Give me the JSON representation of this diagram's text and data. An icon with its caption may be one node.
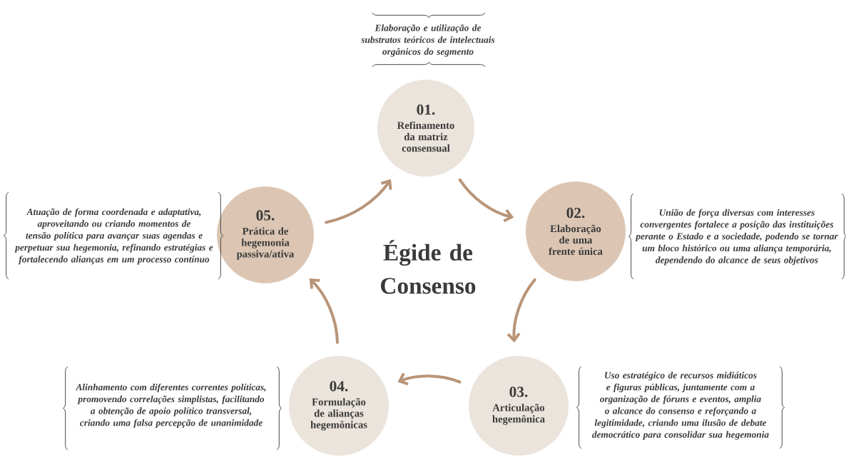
{
  "diagram": {
    "nodes": [
      {
        "text": [
          "01.",
          "Refinamento da matriz consensual"
        ],
        "beside": [
          "Elaboração e utilização de substratos teóricos de intelectuais orgânicos do segmento"
        ]
      },
      {
        "text": [
          "02.",
          "Elaboração de uma frente única"
        ],
        "beside": [
          "União de força diversas com interesses convergentes fortalece a posição das instituições perante o Estado e a sociedade, podendo se tornar um bloco histórico ou uma aliança temporária, dependendo do alcance de seus objetivos"
        ]
      },
      {
        "text": [
          "03.",
          "Articulação hegemônica"
        ],
        "beside": [
          "Uso estratégico de recursos midiáticos e figuras públicas, juntamente com a organização de fóruns e eventos, amplia o alcance do consenso e reforçando a legitimidade, criando uma ilusão de debate democrático para consolidar sua hegemonia"
        ]
      },
      {
        "text": [
          "04.",
          "Formulação de alianças hegemônicas"
        ],
        "beside": [
          "Alinhamento com diferentes correntes políticas, promovendo correlações simplistas, facilitando a obtenção de apoio político transversal, criando uma falsa percepção de unanimidade"
        ]
      },
      {
        "text": [
          "05.",
          "Prática de hegemonia passiva/ativa"
        ],
        "beside": [
          "Atuação de forma coordenada e adaptativa, aproveitando ou criando momentos de tensão política para avançar suas agendas e perpetuar sua hegemonia, refinando estratégias e fortalecendo alianças em um processo contínuo"
        ]
      }
    ],
    "edges": [
      {
        "from": 0,
        "to": 1,
        "arrow": "to"
      },
      {
        "from": 1,
        "to": 2,
        "arrow": "to"
      },
      {
        "from": 2,
        "to": 3,
        "arrow": "to"
      },
      {
        "from": 3,
        "to": 4,
        "arrow": "to"
      },
      {
        "from": 4,
        "to": 0,
        "arrow": "to"
      }
    ],
    "labels": [
      "Égide de Consenso"
    ]
  }
}
